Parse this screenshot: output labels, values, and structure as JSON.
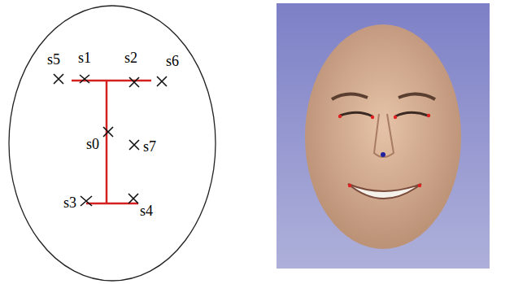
{
  "diagram": {
    "labels": [
      "s5",
      "s1",
      "s2",
      "s6",
      "s0",
      "s7",
      "s3",
      "s4"
    ]
  }
}
